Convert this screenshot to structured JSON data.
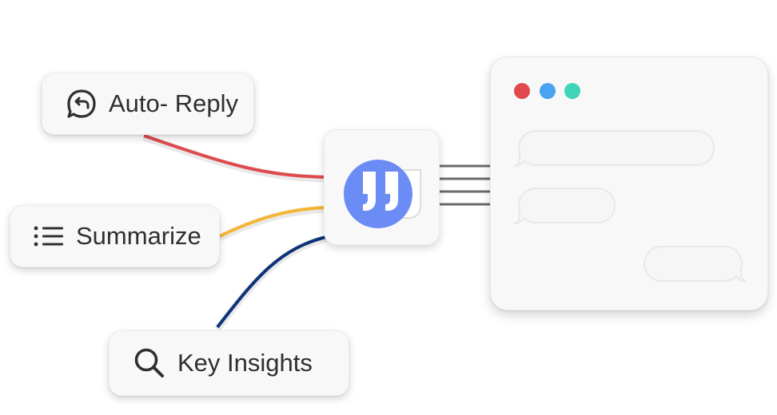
{
  "features": {
    "auto_reply": {
      "label": "Auto- Reply",
      "icon": "reply-chat-icon",
      "wire_color": "#de4b4f"
    },
    "summarize": {
      "label": "Summarize",
      "icon": "list-icon",
      "wire_color": "#f6b532"
    },
    "key_insights": {
      "label": "Key Insights",
      "icon": "search-icon",
      "wire_color": "#0d3478"
    }
  },
  "hub": {
    "icon": "quote-logo-icon",
    "accent": "#6b8bf5"
  },
  "chat_window": {
    "dots": [
      "#e04a4f",
      "#4aa2f2",
      "#3fd5b8"
    ]
  }
}
